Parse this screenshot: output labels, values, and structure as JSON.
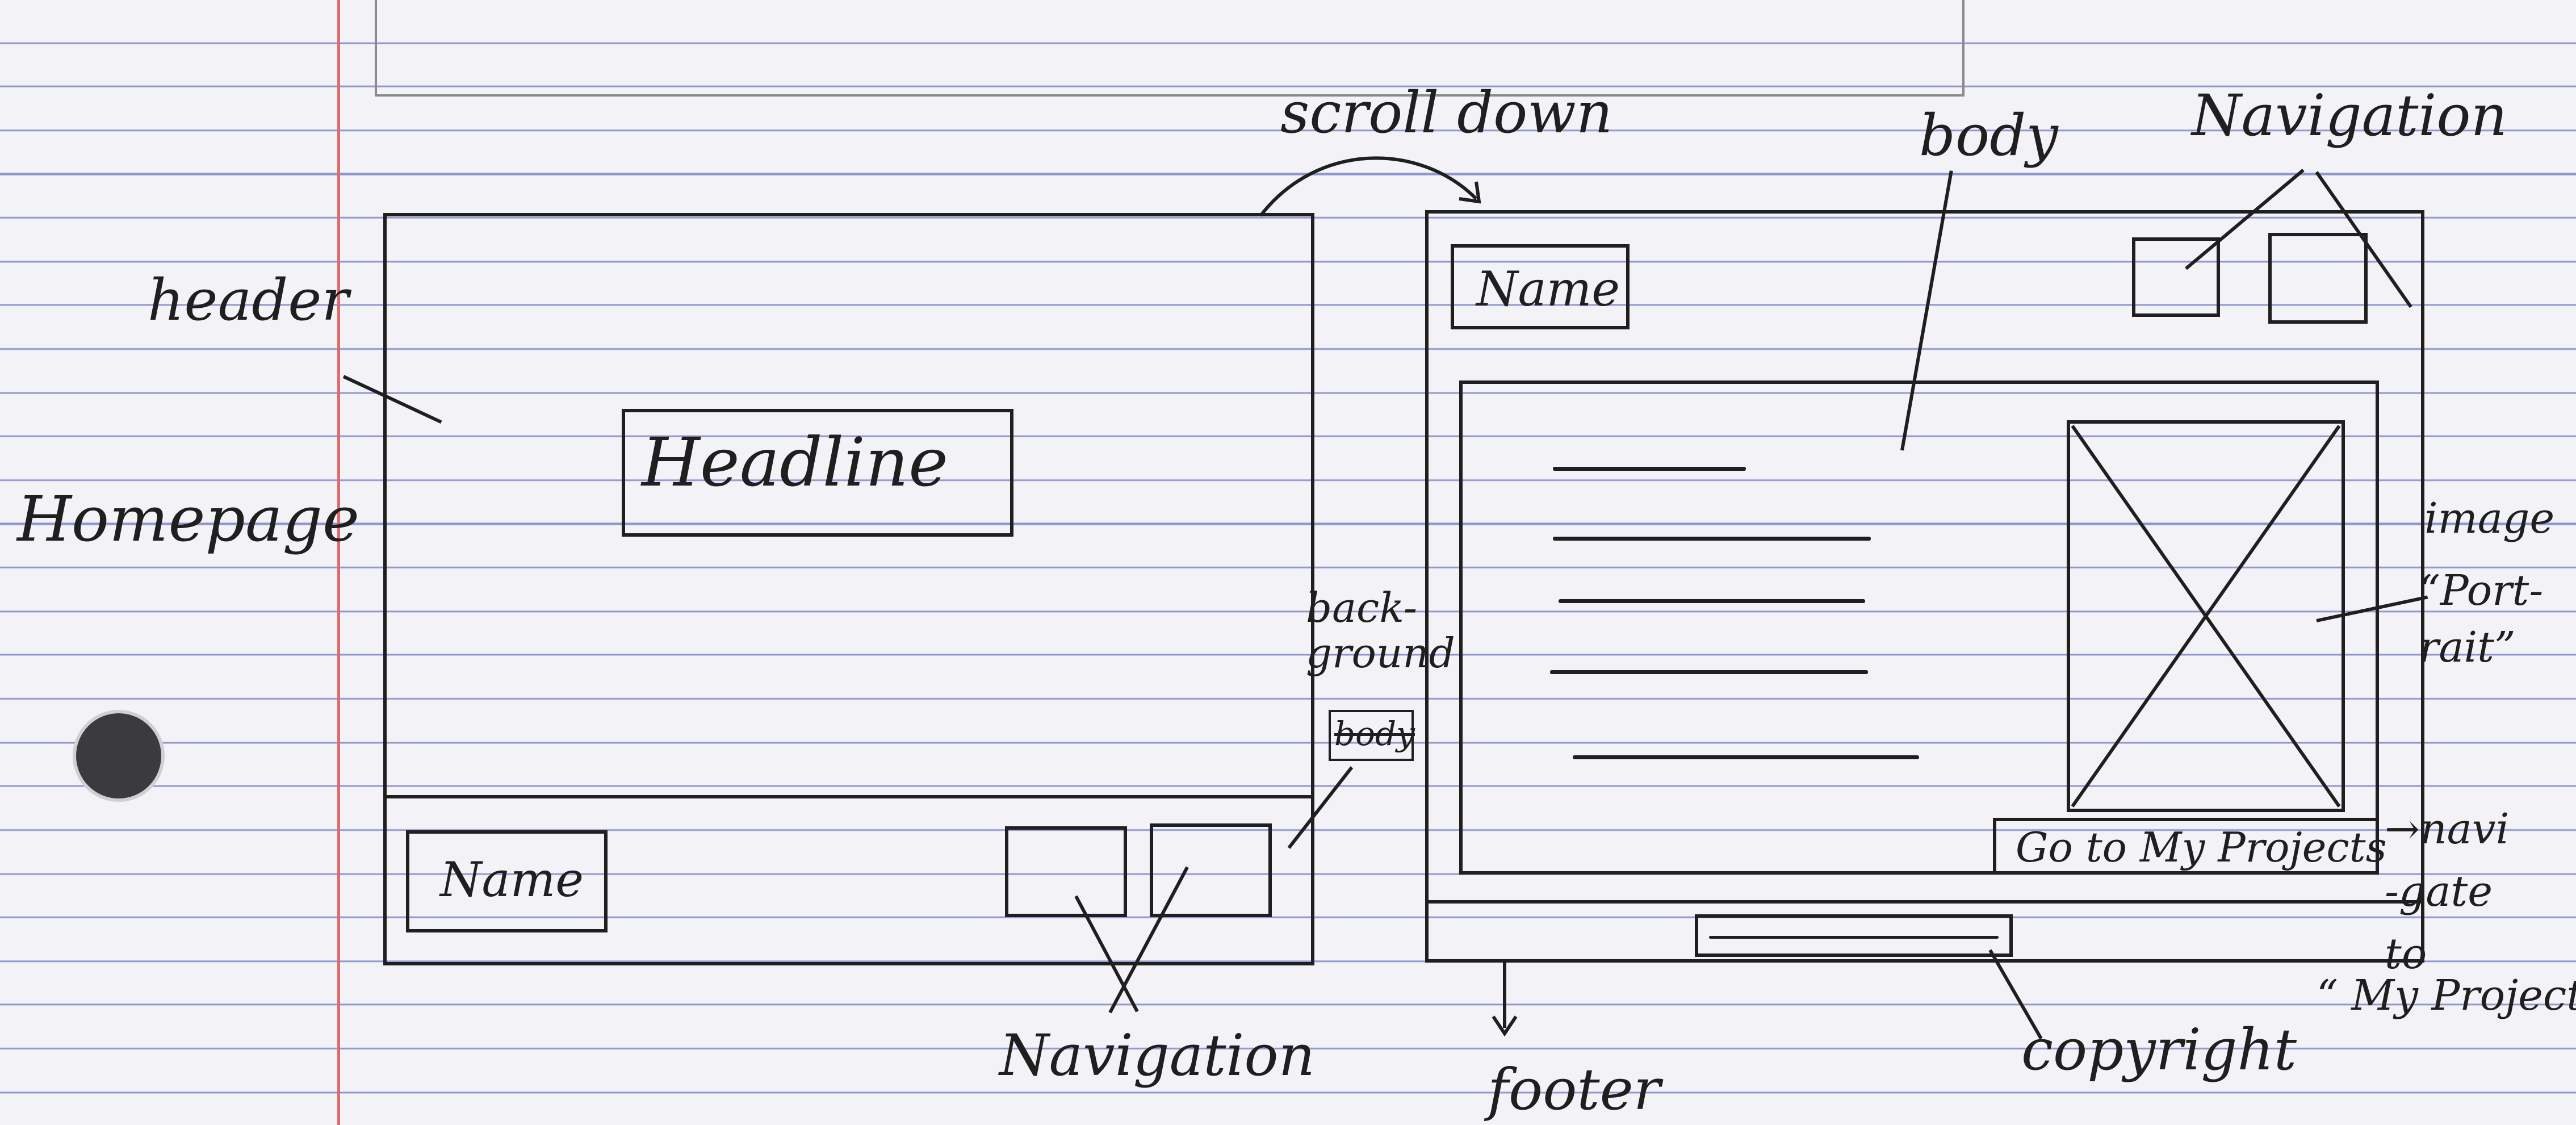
{
  "labels": {
    "homepage": "Homepage",
    "header": "header",
    "headline": "Headline",
    "name_left": "Name",
    "navigation_left": "Navigation",
    "scroll_down": "scroll down",
    "background": "back-\nground",
    "body_small": "body",
    "body": "body",
    "navigation_right": "Navigation",
    "name_right": "Name",
    "image": "image",
    "portrait": "“Port-\nrait”",
    "go_to_projects": "Go to My Projects",
    "navigate_to": "→navi\n-gate\nto",
    "my_projects": "“ My Projects”",
    "footer": "footer",
    "copyright": "copyright"
  }
}
